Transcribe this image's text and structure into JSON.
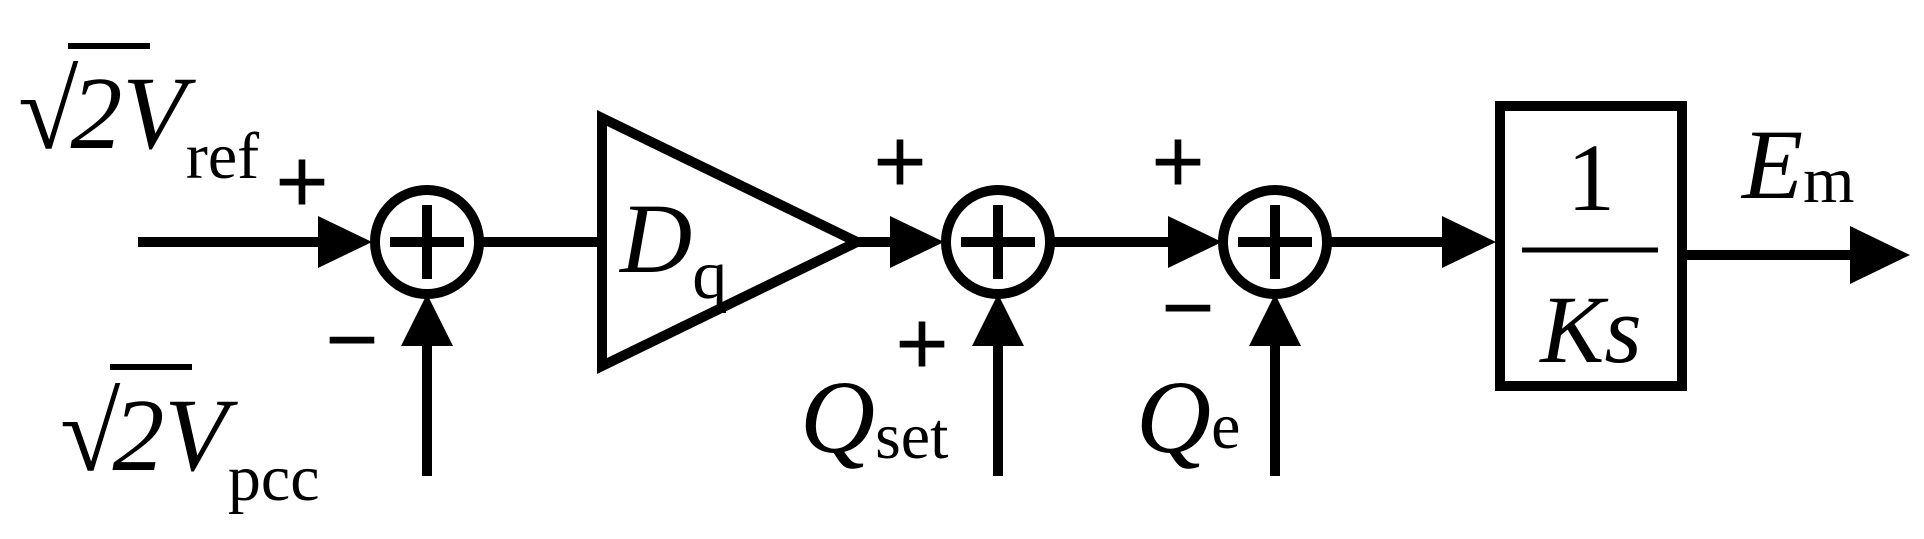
{
  "inputs": {
    "vref": {
      "root": "√",
      "coef": "2",
      "var": "V",
      "sub": "ref"
    },
    "vpcc": {
      "root": "√",
      "coef": "2",
      "var": "V",
      "sub": "pcc"
    },
    "qset": {
      "var": "Q",
      "sub": "set"
    },
    "qe": {
      "var": "Q",
      "sub": "e"
    }
  },
  "gain": {
    "var": "D",
    "sub": "q"
  },
  "integrator": {
    "numerator": "1",
    "denominator": "Ks"
  },
  "output": {
    "var": "E",
    "sub": "m"
  },
  "signs": {
    "sum1_top": "+",
    "sum1_bottom": "−",
    "sum2_left": "+",
    "sum2_bottom": "+",
    "sum3_left": "+",
    "sum3_bottom": "−"
  },
  "summers": {
    "sum1": "+",
    "sum2": "+",
    "sum3": "+"
  }
}
